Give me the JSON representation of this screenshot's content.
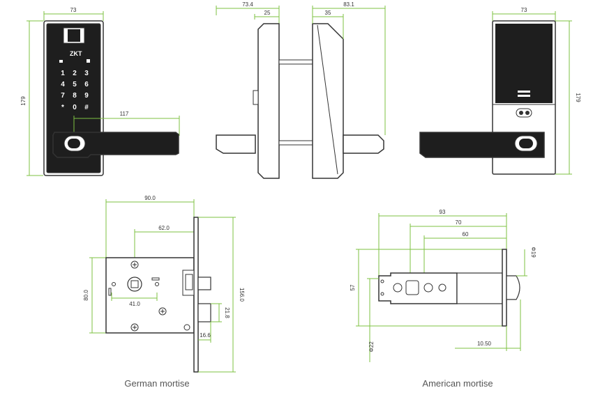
{
  "colors": {
    "dimension_line": "#7dc242",
    "outline": "#333333",
    "lock_face": "#1e1e1e",
    "caption": "#555555"
  },
  "front_view": {
    "width_label": "73",
    "height_label": "179",
    "handle_length_label": "117",
    "brand": "ZKT",
    "keypad": [
      "1",
      "2",
      "3",
      "4",
      "5",
      "6",
      "7",
      "8",
      "9",
      "*",
      "0",
      "#"
    ]
  },
  "side_view": {
    "depth_outer_label": "73.4",
    "depth_inner_label": "25"
  },
  "side_view_2": {
    "depth_outer_label": "83.1",
    "depth_inner_label": "35"
  },
  "rear_view": {
    "width_label": "73",
    "height_label": "179"
  },
  "german_mortise": {
    "caption": "German mortise",
    "width_label": "90.0",
    "backset_label": "62.0",
    "height_label": "80.0",
    "spindle_label": "41.0",
    "faceplate_label": "156.0",
    "latch_label": "21.8",
    "latch_width_label": "16.6"
  },
  "american_mortise": {
    "caption": "American mortise",
    "length_label": "93",
    "backset1_label": "70",
    "backset2_label": "60",
    "height_label": "57",
    "diameter_top_label": "Φ19",
    "diameter_bottom_label": "Φ22",
    "throw_label": "10.50"
  }
}
